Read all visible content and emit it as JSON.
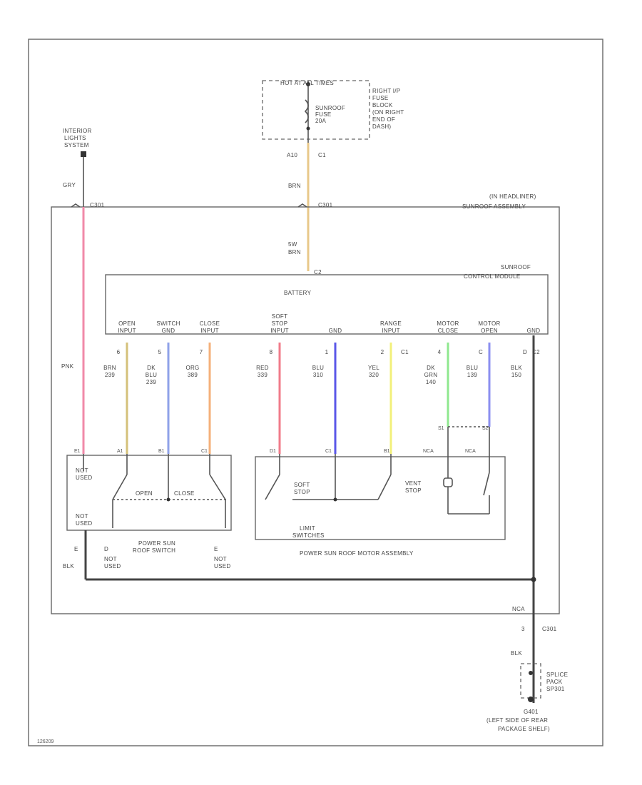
{
  "fuse_block": {
    "hot_label": "HOT AT ALL TIMES",
    "fuse_label": [
      "SUNROOF",
      "FUSE",
      "20A"
    ],
    "location": [
      "RIGHT I/P",
      "FUSE",
      "BLOCK",
      "(ON RIGHT",
      "END OF",
      "DASH)"
    ],
    "terminal": "A10",
    "connector": "C1"
  },
  "interior_lights": {
    "name": [
      "INTERIOR",
      "LIGHTS",
      "SYSTEM"
    ],
    "wire_color": "GRY",
    "connector": "C301"
  },
  "headliner": {
    "title": [
      "(IN HEADLINER)",
      "SUNROOF ASSEMBLY"
    ],
    "connector_main": "C301",
    "feed_color": "BRN"
  },
  "module": {
    "title": [
      "SUNROOF",
      "CONTROL MODULE"
    ],
    "battery": "BATTERY",
    "feed_wire": [
      "5W",
      "BRN"
    ],
    "feed_connector": "C2",
    "inputs": [
      {
        "name": [
          "OPEN",
          "INPUT"
        ],
        "pin": "6",
        "wire": [
          "BRN",
          "239"
        ],
        "color": "#d4c17a"
      },
      {
        "name": [
          "SWITCH",
          "GND"
        ],
        "pin": "5",
        "wire": [
          "DK",
          "BLU",
          "239"
        ],
        "color": "#8fa2e8"
      },
      {
        "name": [
          "CLOSE",
          "INPUT"
        ],
        "pin": "7",
        "wire": [
          "ORG",
          "389"
        ],
        "color": "#f4b07a"
      },
      {
        "name": [
          "SOFT",
          "STOP",
          "INPUT"
        ],
        "pin": "8",
        "wire": [
          "RED",
          "339"
        ],
        "color": "#f07b8a"
      },
      {
        "name": [
          "GND"
        ],
        "pin": "1",
        "wire": [
          "BLU",
          "310"
        ],
        "color": "#5a57e8"
      },
      {
        "name": [
          "RANGE",
          "INPUT"
        ],
        "pin": "2",
        "wire": [
          "YEL",
          "320"
        ],
        "color": "#f2f07a"
      },
      {
        "name": [
          "MOTOR",
          "CLOSE"
        ],
        "pin": "4",
        "wire": [
          "DK",
          "GRN",
          "140"
        ],
        "color": "#8fe88f"
      },
      {
        "name": [
          "MOTOR",
          "OPEN"
        ],
        "pin": "C",
        "wire": [
          "BLU",
          "139"
        ],
        "color": "#8b8ff0"
      },
      {
        "name": [
          "GND"
        ],
        "pin": "D",
        "wire": [
          "BLK",
          "150"
        ],
        "color": "#555555"
      }
    ],
    "connector_c1": "C1",
    "connector_c2": "C2",
    "pink_label": "PNK"
  },
  "switch": {
    "name": [
      "POWER SUN",
      "ROOF SWITCH"
    ],
    "not_used_top": [
      "NOT",
      "USED"
    ],
    "not_used_bottom": [
      "NOT",
      "USED"
    ],
    "open_label": "OPEN",
    "close_label": "CLOSE",
    "terminals": [
      "E1",
      "A1",
      "B1",
      "C1"
    ],
    "bottom_pins": [
      {
        "pin": "E",
        "note": [
          "BLK"
        ]
      },
      {
        "pin": "D",
        "note": [
          "NOT",
          "USED"
        ]
      },
      {
        "pin": "E",
        "note": [
          "NOT",
          "USED"
        ]
      }
    ]
  },
  "motor": {
    "name": "POWER SUN ROOF MOTOR ASSEMBLY",
    "limit": [
      "LIMIT",
      "SWITCHES"
    ],
    "soft_stop": [
      "SOFT",
      "STOP"
    ],
    "vent_stop": [
      "VENT",
      "STOP"
    ],
    "terminals": [
      "D1",
      "C1",
      "B1"
    ],
    "nca": [
      "NCA",
      "NCA"
    ],
    "splice_labels": [
      "S1",
      "S2"
    ]
  },
  "ground": {
    "nca": "NCA",
    "pin": "3",
    "connector": "C301",
    "wire": "BLK",
    "splice": [
      "SPLICE",
      "PACK",
      "SP301"
    ],
    "name": [
      "G401",
      "(LEFT SIDE OF REAR",
      "PACKAGE SHELF)"
    ]
  },
  "figure_id": "126209"
}
